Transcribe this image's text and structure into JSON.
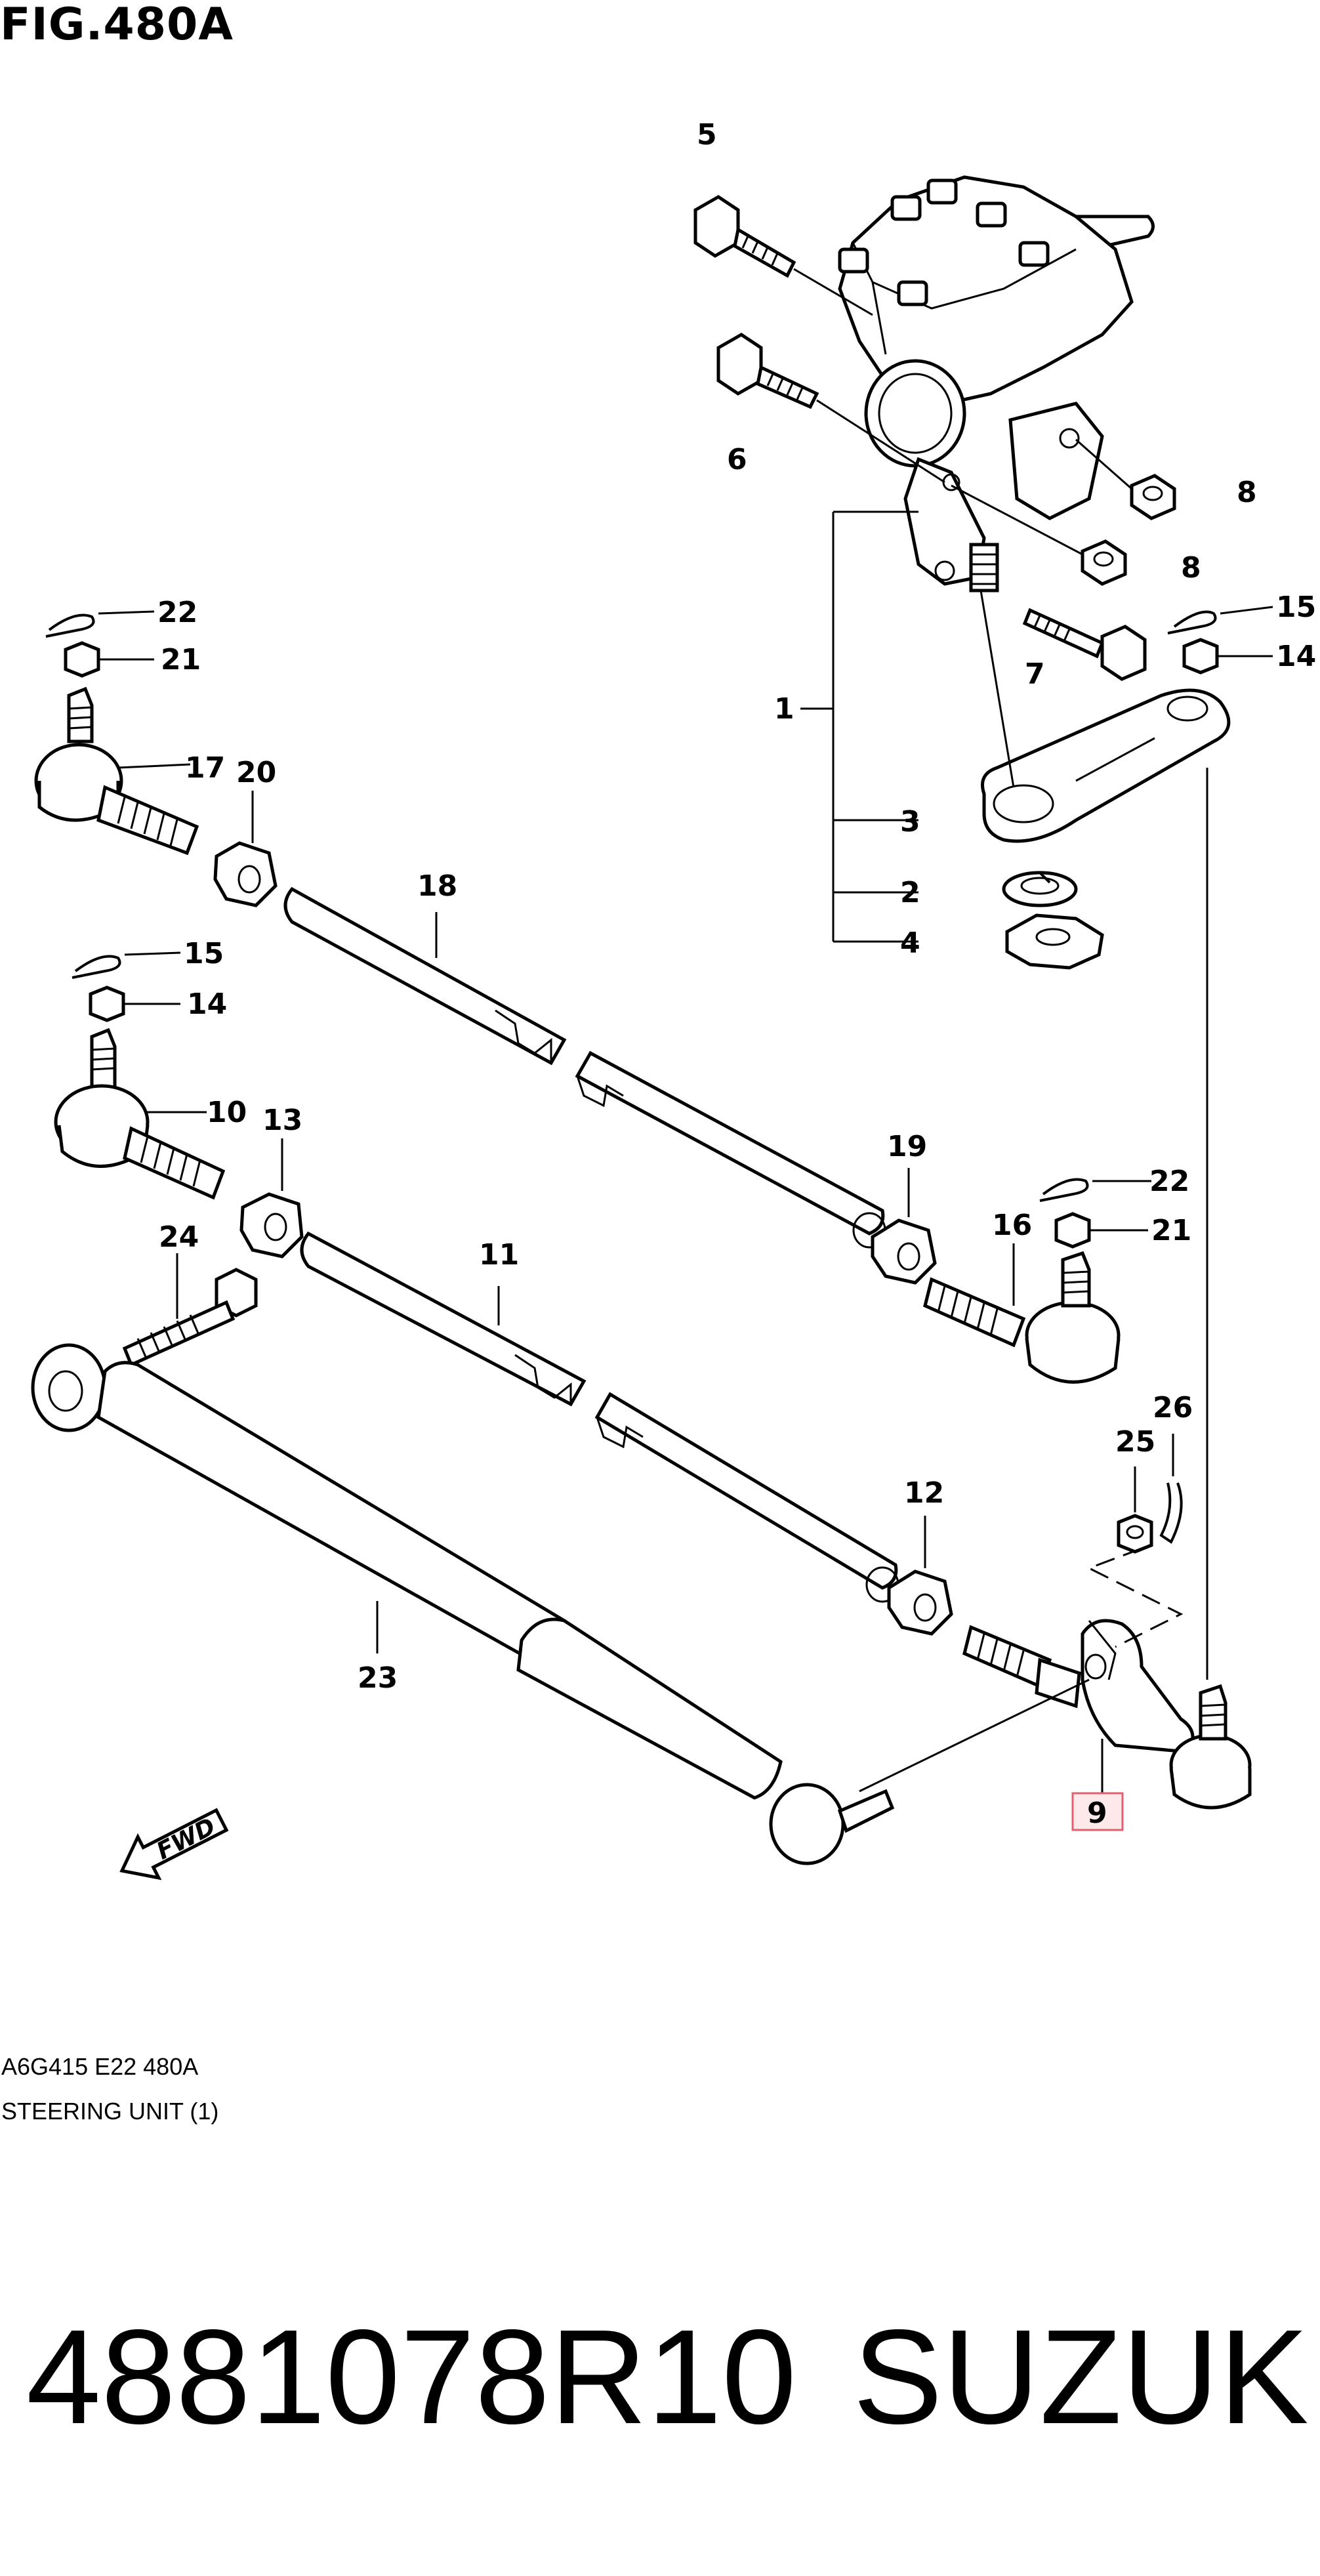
{
  "header": {
    "figure": "FIG.480A"
  },
  "caption": {
    "code": "A6G415 E22 480A",
    "section": "STEERING UNIT (1)"
  },
  "footer": {
    "part_number": "4881078R10",
    "brand": "SUZUKI"
  },
  "direction_label": "FWD",
  "highlight_color": "#e06070",
  "callouts": {
    "c1": "1",
    "c2": "2",
    "c3": "3",
    "c4": "4",
    "c5": "5",
    "c6": "6",
    "c7": "7",
    "c8a": "8",
    "c8b": "8",
    "c9": "9",
    "c10": "10",
    "c11": "11",
    "c12": "12",
    "c13": "13",
    "c14a": "14",
    "c14b": "14",
    "c15a": "15",
    "c15b": "15",
    "c16": "16",
    "c17": "17",
    "c18": "18",
    "c19": "19",
    "c20": "20",
    "c21a": "21",
    "c21b": "21",
    "c22a": "22",
    "c22b": "22",
    "c23": "23",
    "c24": "24",
    "c25": "25",
    "c26": "26"
  }
}
